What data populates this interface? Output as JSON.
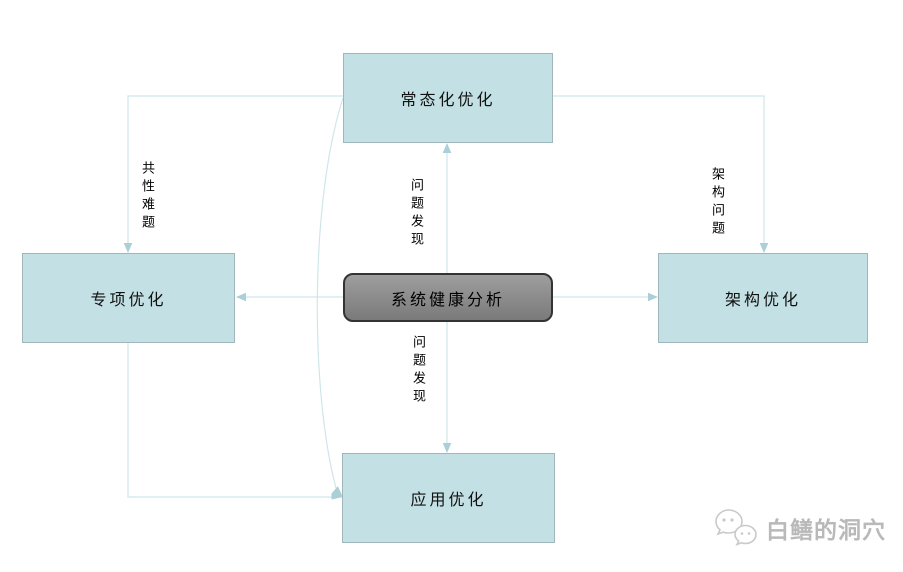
{
  "diagram": {
    "nodes": {
      "top": {
        "label": "常态化优化"
      },
      "left": {
        "label": "专项优化"
      },
      "center": {
        "label": "系统健康分析"
      },
      "right": {
        "label": "架构优化"
      },
      "bottom": {
        "label": "应用优化"
      }
    },
    "edge_labels": {
      "top_to_left": "共性难题",
      "top_to_right": "架构问题",
      "center_to_top": "问题发现",
      "center_to_bottom": "问题发现"
    },
    "colors": {
      "node_fill": "#c3e0e4",
      "node_border": "#9fb6ba",
      "center_fill": "#8c8c8c",
      "center_border": "#333333",
      "line": "#cfe6e9",
      "arrow": "#aacfd6"
    }
  },
  "watermark": {
    "text": "白鳝的洞穴",
    "icon": "chat-bubbles-icon"
  }
}
